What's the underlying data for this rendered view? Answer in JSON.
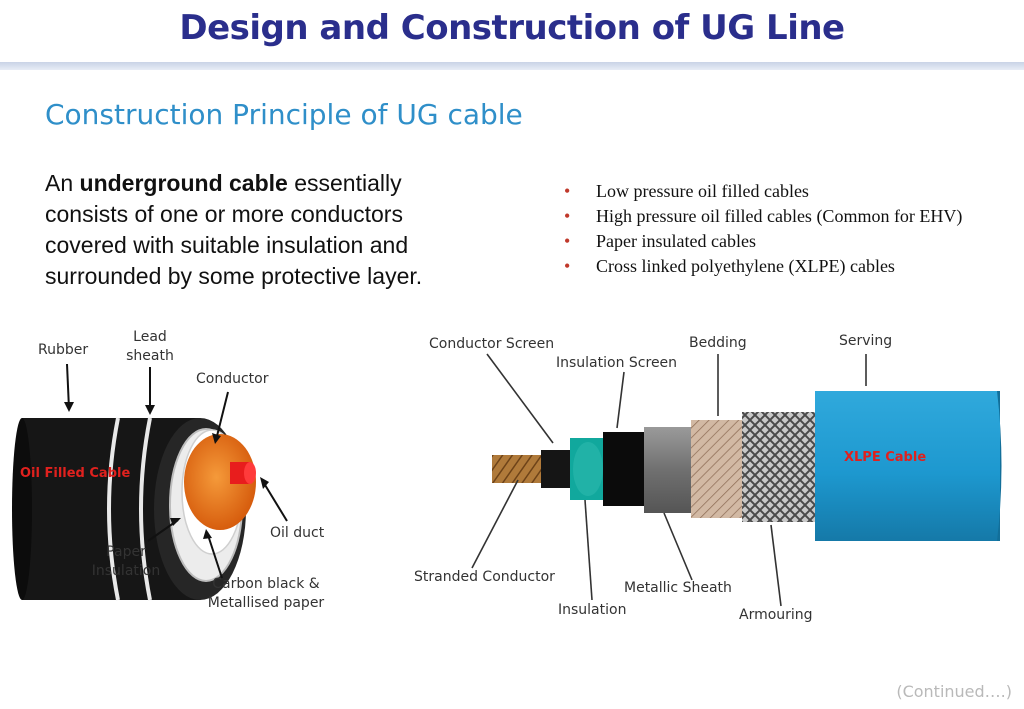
{
  "slide": {
    "title": "Design and Construction of UG Line",
    "subtitle": "Construction Principle of UG cable",
    "intro": {
      "prefix": "An ",
      "bold": "underground cable",
      "suffix": " essentially consists of one or more conductors covered with suitable insulation and surrounded by some protective layer."
    },
    "bullets": [
      "Low pressure oil filled cables",
      "High pressure oil filled cables (Common for EHV)",
      "Paper insulated cables",
      "Cross linked polyethylene (XLPE) cables"
    ],
    "continued": "(Continued….)"
  },
  "oil_cable": {
    "label": "Oil Filled Cable",
    "parts": {
      "rubber": "Rubber",
      "lead_line1": "Lead",
      "lead_line2": "sheath",
      "conductor": "Conductor",
      "oil_duct": "Oil duct",
      "paper_line1": "Paper",
      "paper_line2": "Insulation",
      "carbon_line1": "Carbon black &",
      "carbon_line2": "Metallised paper"
    }
  },
  "xlpe_cable": {
    "label": "XLPE Cable",
    "parts": {
      "conductor_screen": "Conductor Screen",
      "insulation_screen": "Insulation Screen",
      "bedding": "Bedding",
      "serving": "Serving",
      "stranded_conductor": "Stranded Conductor",
      "insulation": "Insulation",
      "metallic_sheath": "Metallic Sheath",
      "armouring": "Armouring"
    }
  },
  "colors": {
    "title": "#2a2e8c",
    "subtitle": "#2f8fc9",
    "bullet": "#c0392b",
    "accent_label": "#e0211e",
    "serving": "#1d9bd1",
    "teal_insulation": "#12a59b",
    "oil_conductor": "#e46a12"
  }
}
